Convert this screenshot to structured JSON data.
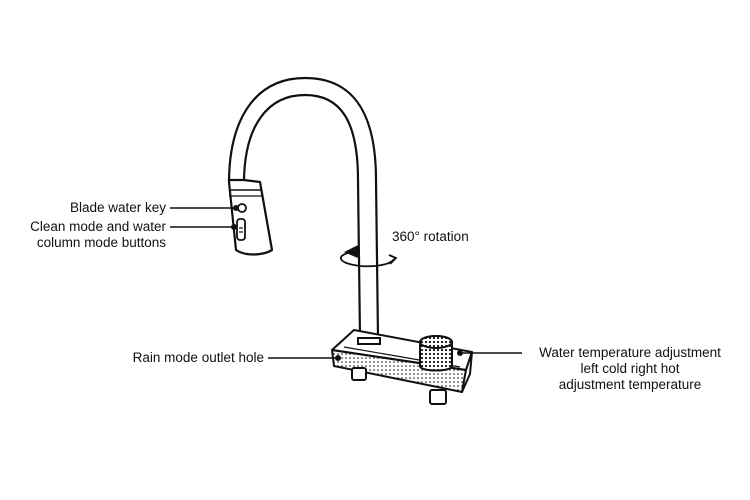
{
  "labels": {
    "blade_key": "Blade water key",
    "clean_mode": [
      "Clean mode and water",
      "column mode buttons"
    ],
    "rotation": "360° rotation",
    "rain_mode": "Rain mode outlet hole",
    "temperature": [
      "Water temperature adjustment",
      "left cold right hot",
      "adjustment temperature"
    ]
  },
  "colors": {
    "line": "#111111",
    "background": "#ffffff"
  }
}
